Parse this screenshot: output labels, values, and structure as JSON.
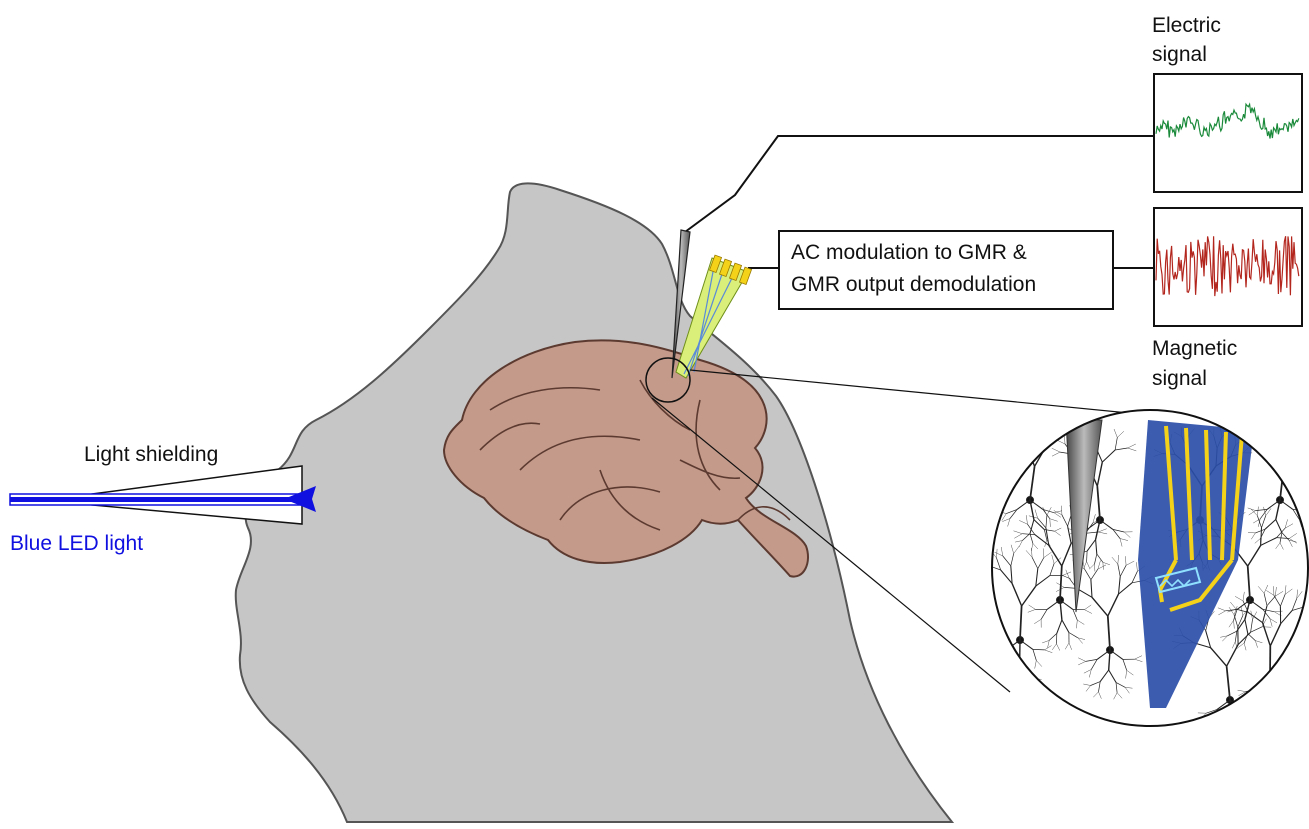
{
  "labels": {
    "electric_line1": "Electric",
    "electric_line2": "signal",
    "magnetic_line1": "Magnetic",
    "magnetic_line2": "signal",
    "modulation_line1": "AC modulation to GMR &",
    "modulation_line2": "GMR output demodulation",
    "light_shielding": "Light shielding",
    "blue_led": "Blue LED light"
  },
  "colors": {
    "electric_trace": "#1a8a3a",
    "magnetic_trace": "#b3261e",
    "led_blue": "#1010e0",
    "head": "#c6c6c6",
    "brain": "#c49a8a",
    "probe": "#2b4fa8",
    "gmr_trace": "#f5d21a"
  }
}
